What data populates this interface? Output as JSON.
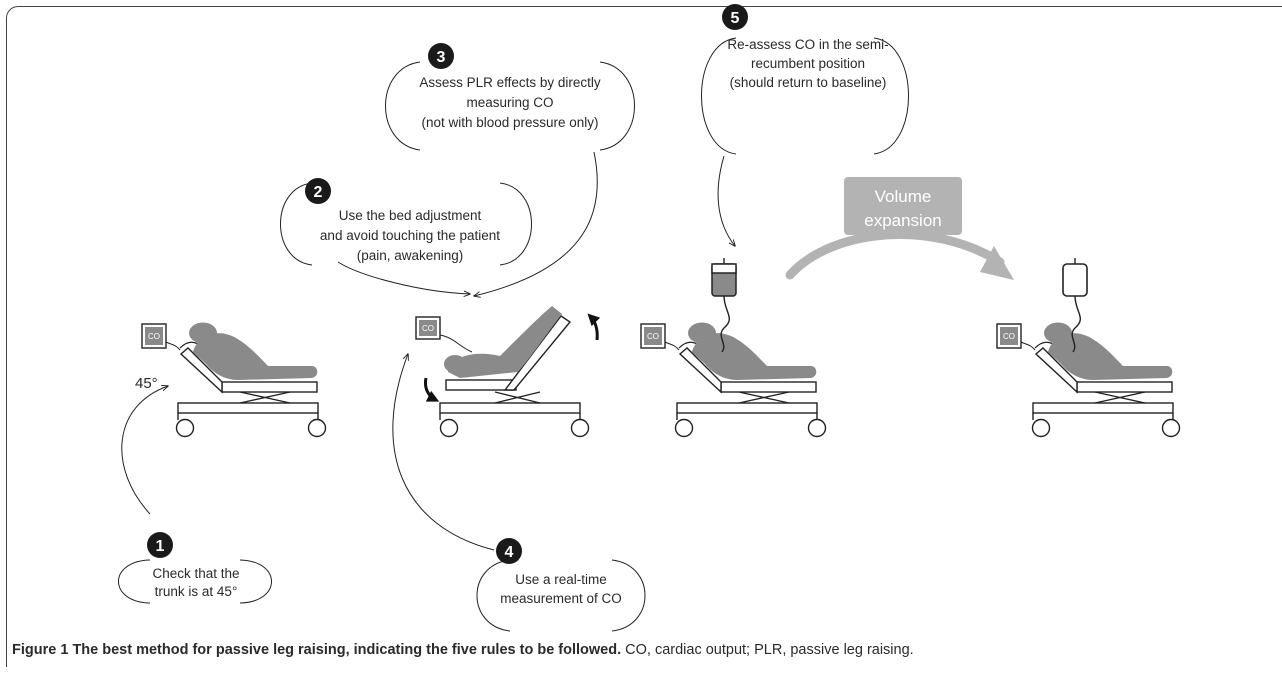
{
  "caption": {
    "label": "Figure 1",
    "title": "The best method for passive leg raising, indicating the five rules to be followed.",
    "text": "CO, cardiac output; PLR, passive leg raising."
  },
  "rules": [
    {
      "number": "1",
      "lines": [
        "Check that the",
        "trunk is at 45°"
      ]
    },
    {
      "number": "2",
      "lines": [
        "Use the bed adjustment",
        "and avoid touching the patient",
        "(pain, awakening)"
      ]
    },
    {
      "number": "3",
      "lines": [
        "Assess PLR effects by directly",
        "measuring CO",
        "(not with blood pressure only)"
      ]
    },
    {
      "number": "4",
      "lines": [
        "Use a real-time",
        "measurement of CO"
      ]
    },
    {
      "number": "5",
      "lines": [
        "Re-assess CO in the semi-",
        "recumbent position",
        "(should return to baseline)"
      ]
    }
  ],
  "volume_expansion": {
    "lines": [
      "Volume",
      "expansion"
    ]
  },
  "angle_label": "45°",
  "monitor_label": "CO",
  "colors": {
    "figure": "#8a8a8a",
    "badge": "#1a1a1a",
    "volume_box": "#b3b3b3",
    "line": "#222222"
  }
}
